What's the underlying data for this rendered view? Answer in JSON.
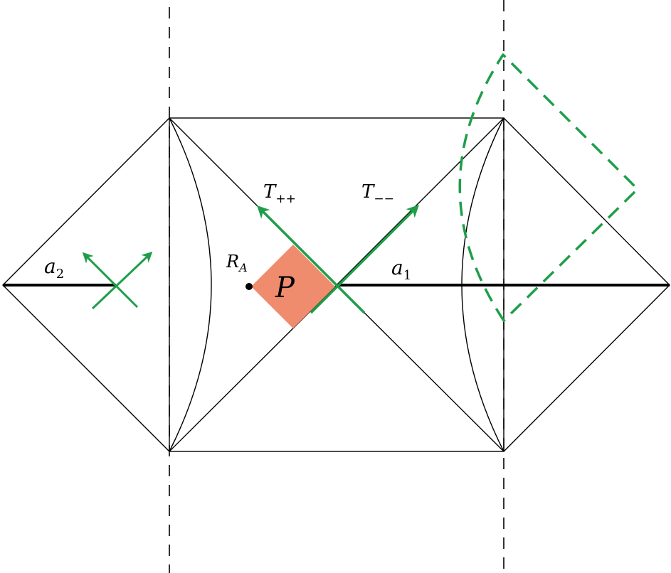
{
  "labels": {
    "a2": {
      "base": "a",
      "sub": "2"
    },
    "a1": {
      "base": "a",
      "sub": "1"
    },
    "t_plus": {
      "base": "T",
      "sub": "++"
    },
    "t_minus": {
      "base": "T",
      "sub": "−−"
    },
    "r_a": {
      "base": "R",
      "sub": "A"
    },
    "p": "P"
  },
  "colors": {
    "line": "#000000",
    "green": "#1f9e4a",
    "salmon": "#f08c6e"
  }
}
